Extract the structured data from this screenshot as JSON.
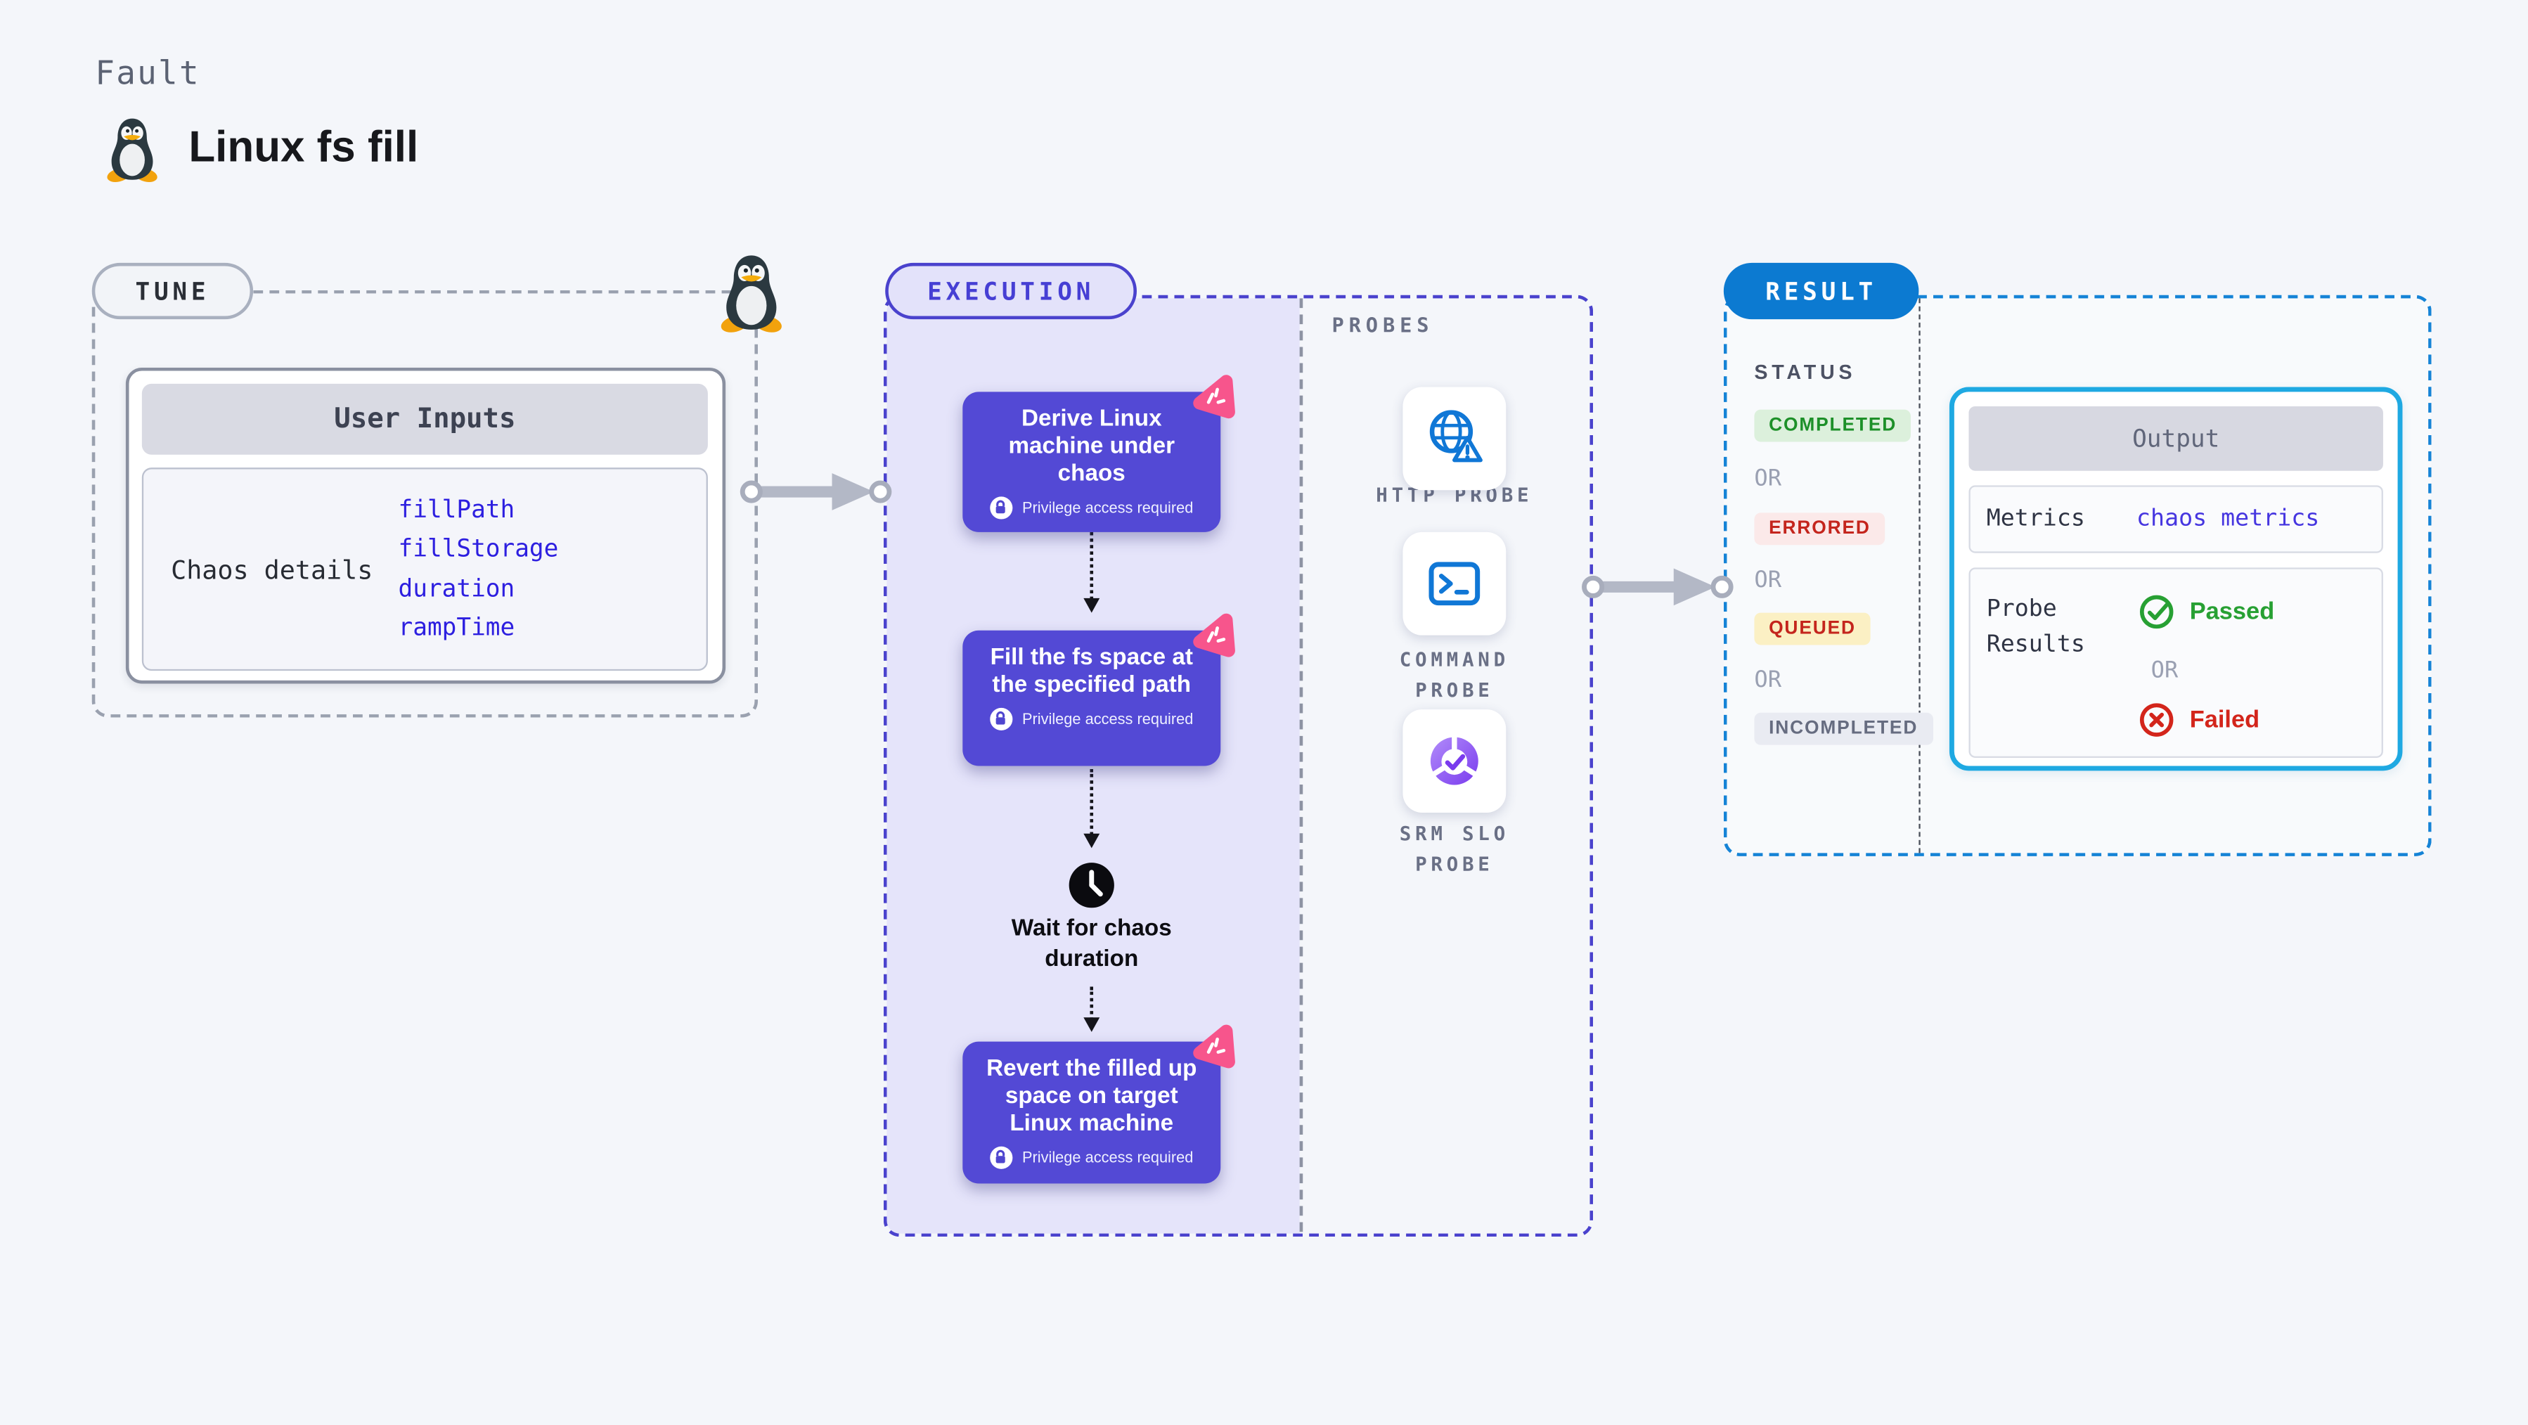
{
  "header": {
    "eyebrow": "Fault",
    "title": "Linux fs fill",
    "icon": "tux-penguin"
  },
  "tune": {
    "label": "TUNE",
    "user_inputs": {
      "title": "User Inputs",
      "row_label": "Chaos details",
      "values": [
        "fillPath",
        "fillStorage",
        "duration",
        "rampTime"
      ]
    }
  },
  "execution": {
    "label": "EXECUTION",
    "cards": [
      {
        "title": "Derive Linux machine under chaos",
        "badge": "Privilege access required"
      },
      {
        "title": "Fill the fs space at the specified path",
        "badge": "Privilege access required"
      },
      {
        "title": "Revert the filled up space on target Linux machine",
        "badge": "Privilege access required"
      }
    ],
    "wait_label": "Wait for chaos duration"
  },
  "probes": {
    "label": "PROBES",
    "items": [
      {
        "name": "HTTP PROBE",
        "icon": "globe-alert-icon"
      },
      {
        "name": "COMMAND PROBE",
        "icon": "terminal-icon"
      },
      {
        "name": "SRM SLO PROBE",
        "icon": "slo-donut-icon"
      }
    ]
  },
  "result": {
    "label": "RESULT",
    "status": {
      "label": "STATUS",
      "or": "OR",
      "values": [
        {
          "text": "COMPLETED",
          "fg": "#1d9029",
          "bg": "#dcf0dc"
        },
        {
          "text": "ERRORED",
          "fg": "#c4251d",
          "bg": "#fbe9e9"
        },
        {
          "text": "QUEUED",
          "fg": "#c4251d",
          "bg": "#fbf0c4"
        },
        {
          "text": "INCOMPLETED",
          "fg": "#666c80",
          "bg": "#e9ebf2"
        }
      ]
    },
    "output": {
      "title": "Output",
      "metrics_label": "Metrics",
      "metrics_value": "chaos metrics",
      "probe_results_label": "Probe Results",
      "passed": "Passed",
      "or": "OR",
      "failed": "Failed"
    }
  },
  "colors": {
    "page_bg": "#f4f6fa",
    "card_indigo": "#5349d5",
    "execution_fill": "#e5e4fa",
    "execution_dash": "#4a42cd",
    "result_dash": "#1583d6",
    "result_pill": "#0c7ad1",
    "output_border": "#1fa9e2",
    "chaos_badge_pink": "#f7558c",
    "value_blue": "#2d1fe0",
    "passed_green": "#27a033",
    "failed_red": "#d3251b",
    "probe_icon_blue": "#1077d6",
    "slo_purple": "#7a3bee"
  }
}
